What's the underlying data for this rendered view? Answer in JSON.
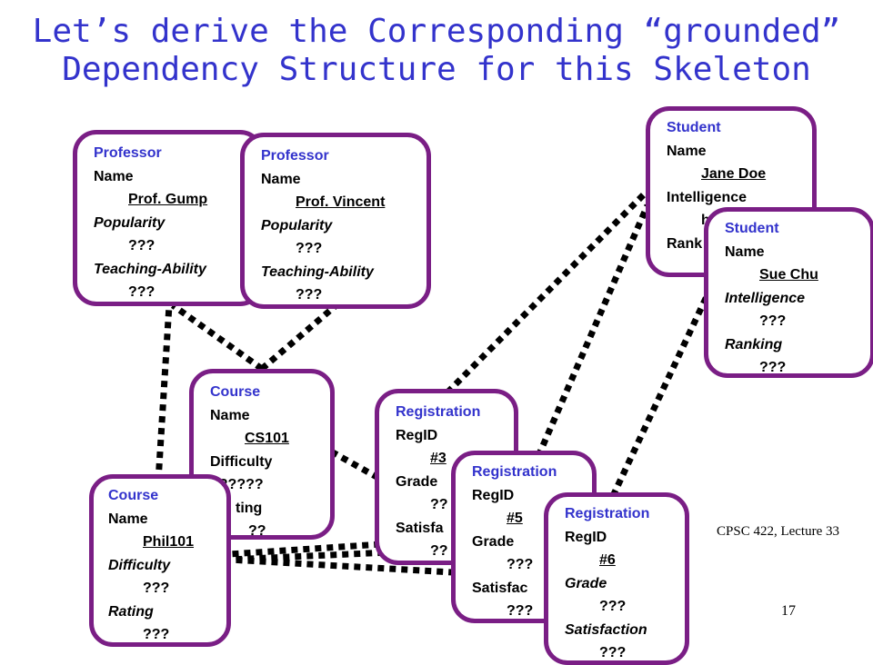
{
  "title_line1": "Let’s derive the Corresponding “grounded”",
  "title_line2": "Dependency Structure for this Skeleton",
  "footer": {
    "course": "CPSC 422, Lecture 33",
    "page": "17"
  },
  "colors": {
    "title": "#3333cc",
    "border": "#7a1e85",
    "link": "#000000"
  },
  "boxes": {
    "prof_gump": {
      "class": "Professor",
      "attr1": "Name",
      "val1": "Prof. Gump",
      "attr2": "Popularity",
      "val2": "???",
      "attr3": "Teaching-Ability",
      "val3": "???"
    },
    "prof_vincent": {
      "class": "Professor",
      "attr1": "Name",
      "val1": "Prof. Vincent",
      "attr2": "Popularity",
      "val2": "???",
      "attr3": "Teaching-Ability",
      "val3": "???"
    },
    "student_jane": {
      "class": "Student",
      "attr1": "Name",
      "val1": "Jane Doe",
      "attr2": "Intelligence",
      "val2": "hi",
      "attr3": "Rank"
    },
    "student_sue": {
      "class": "Student",
      "attr1": "Name",
      "val1": "Sue Chu",
      "attr2": "Intelligence",
      "val2": "???",
      "attr3": "Ranking",
      "val3": "???"
    },
    "course_cs101": {
      "class": "Course",
      "attr1": "Name",
      "val1": "CS101",
      "attr2": "Difficulty",
      "val2": "??????",
      "attr3": "ting",
      "val3": "??"
    },
    "course_phil101": {
      "class": "Course",
      "attr1": "Name",
      "val1": "Phil101",
      "attr2": "Difficulty",
      "val2": "???",
      "attr3": "Rating",
      "val3": "???"
    },
    "reg3": {
      "class": "Registration",
      "attr1": "RegID",
      "val1": "#3",
      "attr2": "Grade",
      "val2": "??",
      "attr3": "Satisfa",
      "val3": "??"
    },
    "reg5": {
      "class": "Registration",
      "attr1": "RegID",
      "val1": "#5",
      "attr2": "Grade",
      "val2": "???",
      "attr3": "Satisfac",
      "val3": "???"
    },
    "reg6": {
      "class": "Registration",
      "attr1": "RegID",
      "val1": "#6",
      "attr2": "Grade",
      "val2": "???",
      "attr3": "Satisfaction",
      "val3": "???"
    }
  }
}
